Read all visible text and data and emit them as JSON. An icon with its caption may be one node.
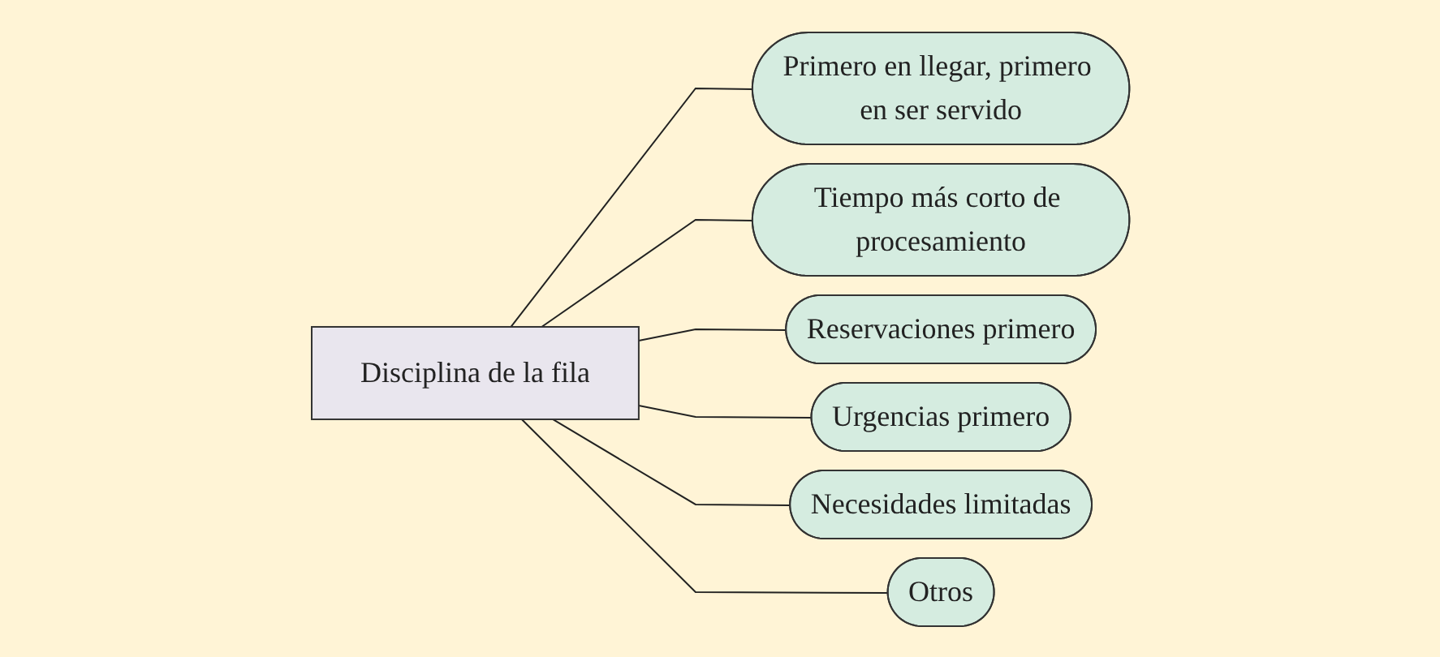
{
  "diagram": {
    "nodes": [
      {
        "text": [
          "Disciplina de la fila"
        ]
      },
      {
        "text": [
          "Primero en llegar, primero en ser servido"
        ]
      },
      {
        "text": [
          "Tiempo más corto de procesamiento"
        ]
      },
      {
        "text": [
          "Reservaciones primero"
        ]
      },
      {
        "text": [
          "Urgencias primero"
        ]
      },
      {
        "text": [
          "Necesidades limitadas"
        ]
      },
      {
        "text": [
          "Otros"
        ]
      }
    ],
    "edges": [
      {
        "from": 0,
        "to": 1,
        "arrow": "none"
      },
      {
        "from": 0,
        "to": 2,
        "arrow": "none"
      },
      {
        "from": 0,
        "to": 3,
        "arrow": "none"
      },
      {
        "from": 0,
        "to": 4,
        "arrow": "none"
      },
      {
        "from": 0,
        "to": 5,
        "arrow": "none"
      },
      {
        "from": 0,
        "to": 6,
        "arrow": "none"
      }
    ]
  }
}
